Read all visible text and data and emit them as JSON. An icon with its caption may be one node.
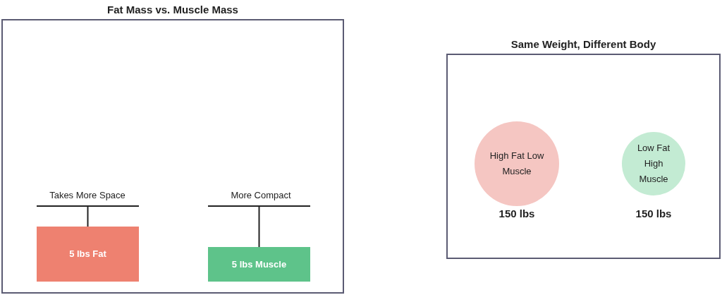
{
  "diagram": {
    "nodes": [
      {
        "text": [
          "Fat Mass vs. Muscle Mass"
        ]
      },
      {
        "text": [
          "Takes More Space"
        ],
        "in": 0
      },
      {
        "text": [
          "5 lbs Fat"
        ],
        "in": 0
      },
      {
        "text": [
          "More Compact"
        ],
        "in": 0
      },
      {
        "text": [
          "5 lbs Muscle"
        ],
        "in": 0
      },
      {
        "text": [
          "Same Weight, Different Body"
        ]
      },
      {
        "text": [
          "High Fat Low Muscle"
        ],
        "in": 5,
        "beside": [
          "150 lbs"
        ]
      },
      {
        "text": [
          "Low Fat High Muscle"
        ],
        "in": 5,
        "beside": [
          "150 lbs"
        ]
      }
    ],
    "edges": [
      {
        "from": 1,
        "to": 2,
        "arrow": "none"
      },
      {
        "from": 3,
        "to": 4,
        "arrow": "none"
      }
    ]
  }
}
